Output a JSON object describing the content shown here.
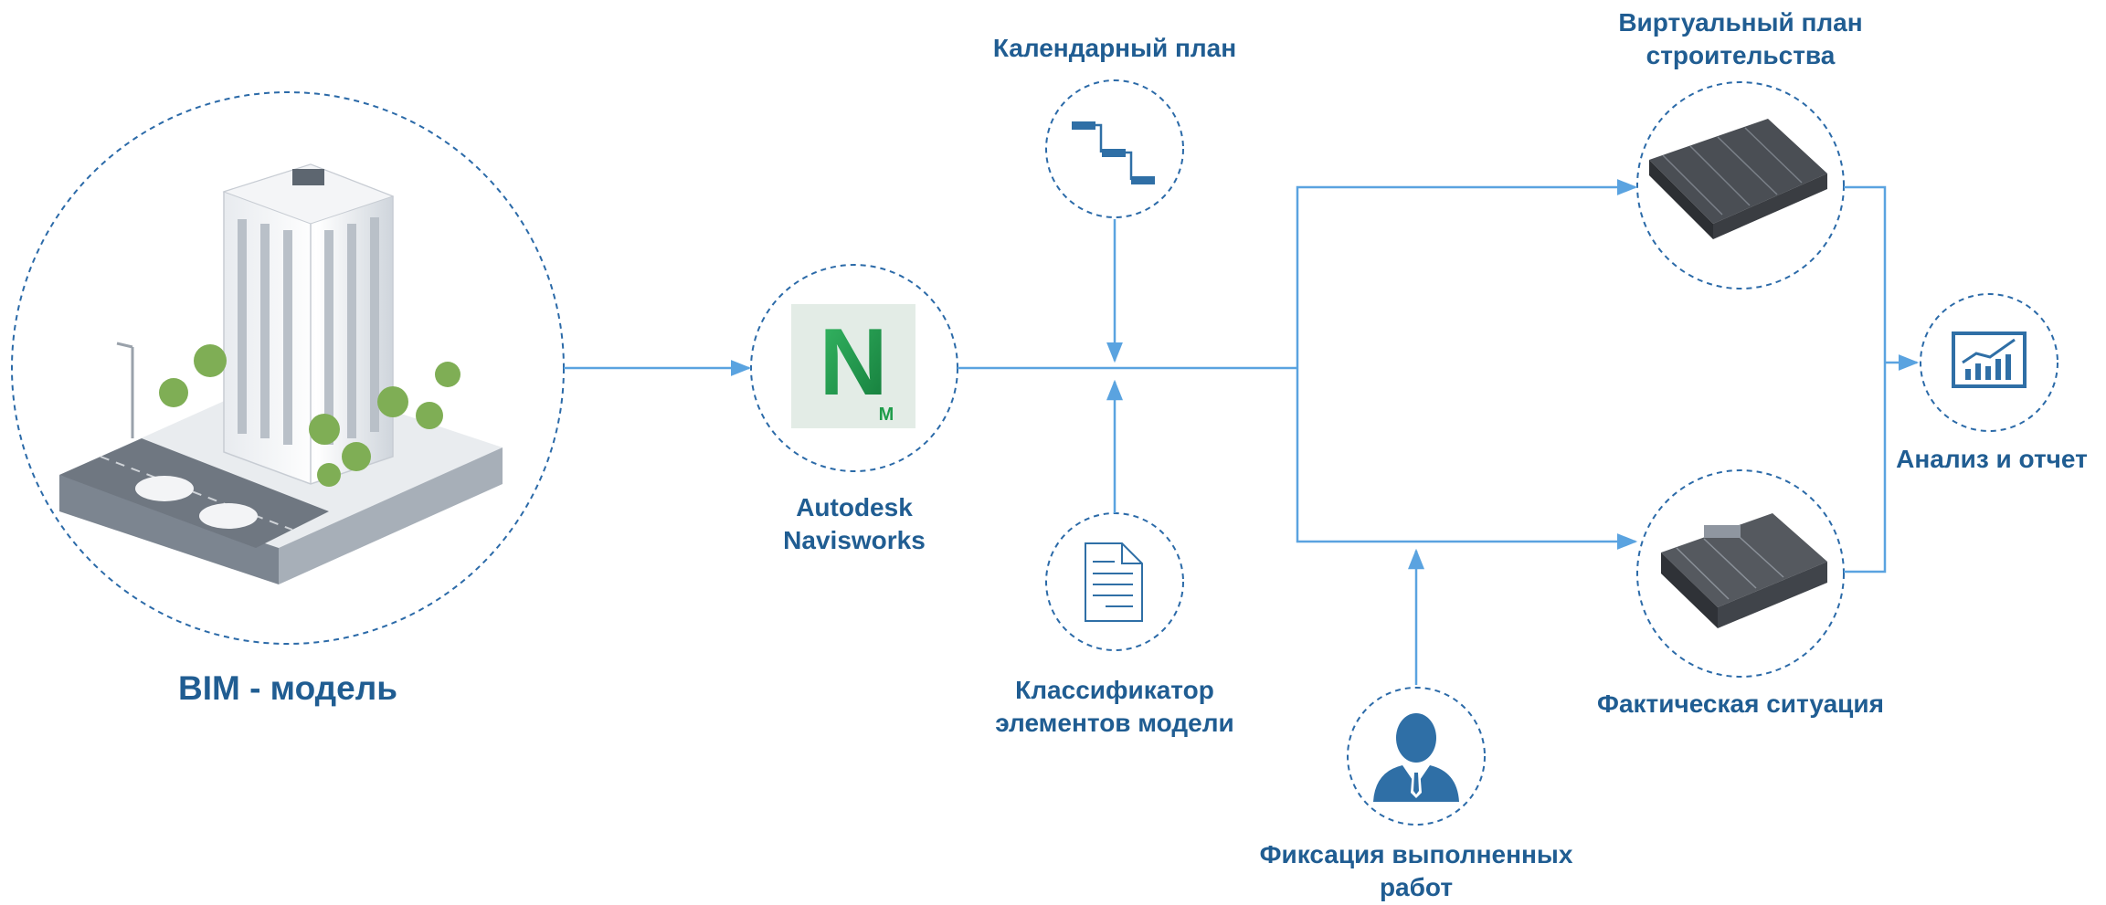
{
  "labels": {
    "bim_model": "BIM - модель",
    "navisworks": "Autodesk\nNavisworks",
    "calendar_plan": "Календарный план",
    "classifier": "Классификатор\nэлементов модели",
    "virtual_plan": "Виртуальный план\nстроительства",
    "actual_situation": "Фактическая ситуация",
    "work_fixation": "Фиксация выполненных\nработ",
    "analysis_report": "Анализ и отчет"
  },
  "navisworks_logo": {
    "letter": "N",
    "subletter": "M"
  },
  "colors": {
    "text": "#205d92",
    "line": "#5aa3e0",
    "circle": "#2b6aa8",
    "icon": "#2f6fa6",
    "logo_green": "#1f9c4a"
  },
  "icons": [
    "building-model-icon",
    "navisworks-logo-icon",
    "gantt-chart-icon",
    "document-icon",
    "virtual-construction-icon",
    "actual-construction-icon",
    "worker-avatar-icon",
    "analytics-chart-icon"
  ]
}
